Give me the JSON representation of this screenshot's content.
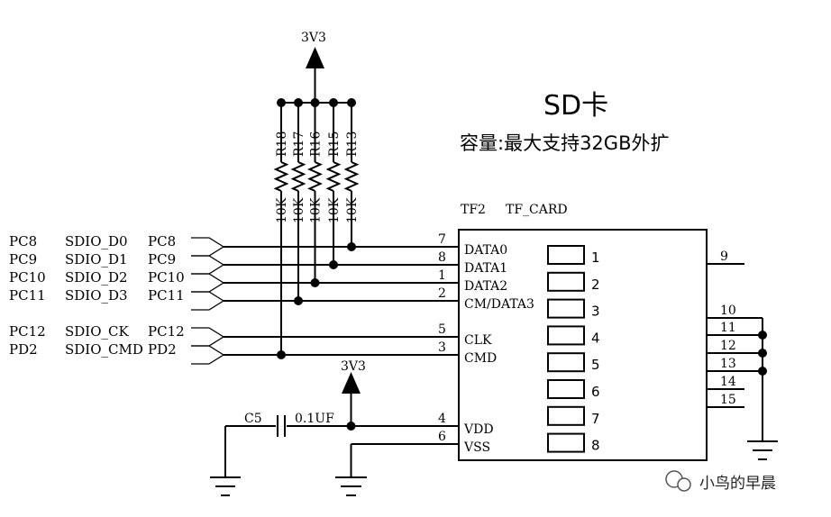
{
  "title": "SD卡",
  "subtitle": "容量:最大支持32GB外扩",
  "power_label_top": "3V3",
  "power_label_vdd": "3V3",
  "card": {
    "ref": "TF2",
    "part": "TF_CARD"
  },
  "resistors": [
    {
      "name": "R18",
      "value": "10K"
    },
    {
      "name": "R17",
      "value": "10K"
    },
    {
      "name": "R16",
      "value": "10K"
    },
    {
      "name": "R15",
      "value": "10K"
    },
    {
      "name": "R13",
      "value": "10K"
    }
  ],
  "ports": [
    {
      "pin": "PC8",
      "signal": "SDIO_D0",
      "net": "PC8",
      "number": "7",
      "label": "DATA0"
    },
    {
      "pin": "PC9",
      "signal": "SDIO_D1",
      "net": "PC9",
      "number": "8",
      "label": "DATA1"
    },
    {
      "pin": "PC10",
      "signal": "SDIO_D2",
      "net": "PC10",
      "number": "1",
      "label": "DATA2"
    },
    {
      "pin": "PC11",
      "signal": "SDIO_D3",
      "net": "PC11",
      "number": "2",
      "label": "CM/DATA3"
    },
    {
      "pin": "PC12",
      "signal": "SDIO_CK",
      "net": "PC12",
      "number": "5",
      "label": "CLK"
    },
    {
      "pin": "PD2",
      "signal": "SDIO_CMD",
      "net": "PD2",
      "number": "3",
      "label": "CMD"
    }
  ],
  "power_pins": [
    {
      "number": "4",
      "label": "VDD"
    },
    {
      "number": "6",
      "label": "VSS"
    }
  ],
  "capacitor": {
    "name": "C5",
    "value": "0.1UF"
  },
  "contacts": [
    "1",
    "2",
    "3",
    "4",
    "5",
    "6",
    "7",
    "8"
  ],
  "right_pins": [
    "9",
    "10",
    "11",
    "12",
    "13",
    "14",
    "15"
  ],
  "watermark": "小鸟的早晨"
}
